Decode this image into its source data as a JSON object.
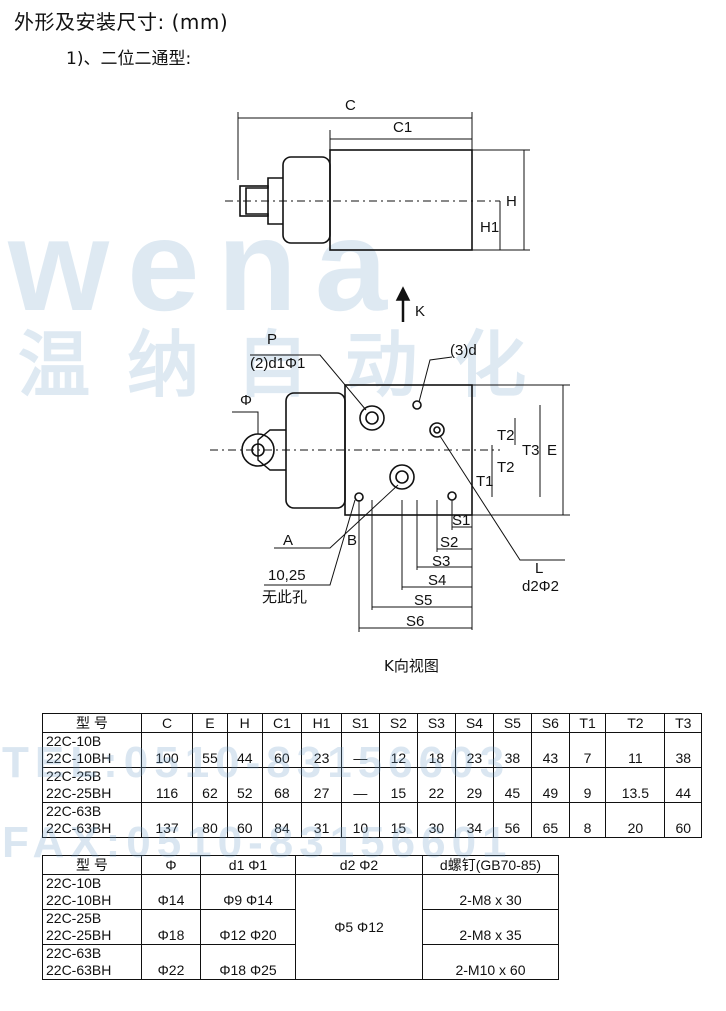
{
  "heading": "外形及安装尺寸: (mm)",
  "subheading": "1)、二位二通型:",
  "view_caption": "K向视图",
  "watermark": {
    "brand": "wena",
    "brand_cn": "温 纳 自 动 化",
    "tel": "TEL:0510-83156603",
    "fax": "FAX:0510-83156601"
  },
  "drawing_labels": {
    "C": "C",
    "C1": "C1",
    "H": "H",
    "H1": "H1",
    "K": "K",
    "P": "P",
    "d1": "(2)d1Φ1",
    "d3": "(3)d",
    "phi": "Φ",
    "T1": "T1",
    "T2a": "T2",
    "T2b": "T2",
    "T3": "T3",
    "E": "E",
    "A": "A",
    "B": "B",
    "note1": "10,25",
    "note2": "无此孔",
    "S1": "S1",
    "S2": "S2",
    "S3": "S3",
    "S4": "S4",
    "S5": "S5",
    "S6": "S6",
    "L": "L",
    "d2": "d2Φ2"
  },
  "spec_table": {
    "headers": [
      "型 号",
      "C",
      "E",
      "H",
      "C1",
      "H1",
      "S1",
      "S2",
      "S3",
      "S4",
      "S5",
      "S6",
      "T1",
      "T2",
      "T3"
    ],
    "rows": [
      {
        "m1": "22C-10B",
        "m2": "22C-10BH",
        "v": [
          "100",
          "55",
          "44",
          "60",
          "23",
          "—",
          "12",
          "18",
          "23",
          "38",
          "43",
          "7",
          "11",
          "38"
        ]
      },
      {
        "m1": "22C-25B",
        "m2": "22C-25BH",
        "v": [
          "116",
          "62",
          "52",
          "68",
          "27",
          "—",
          "15",
          "22",
          "29",
          "45",
          "49",
          "9",
          "13.5",
          "44"
        ]
      },
      {
        "m1": "22C-63B",
        "m2": "22C-63BH",
        "v": [
          "137",
          "80",
          "60",
          "84",
          "31",
          "10",
          "15",
          "30",
          "34",
          "56",
          "65",
          "8",
          "20",
          "60"
        ]
      }
    ]
  },
  "bolt_table": {
    "headers": [
      "型 号",
      "Φ",
      "d1 Φ1",
      "d2 Φ2",
      "d螺钉(GB70-85)"
    ],
    "rows": [
      {
        "m1": "22C-10B",
        "m2": "22C-10BH",
        "phi": "Φ14",
        "d1": "Φ9 Φ14",
        "bolt": "2-M8 x 30"
      },
      {
        "m1": "22C-25B",
        "m2": "22C-25BH",
        "phi": "Φ18",
        "d1": "Φ12 Φ20",
        "bolt": "2-M8 x 35"
      },
      {
        "m1": "22C-63B",
        "m2": "22C-63BH",
        "phi": "Φ22",
        "d1": "Φ18 Φ25",
        "bolt": "2-M10 x 60"
      }
    ],
    "d2_merged": "Φ5 Φ12"
  }
}
